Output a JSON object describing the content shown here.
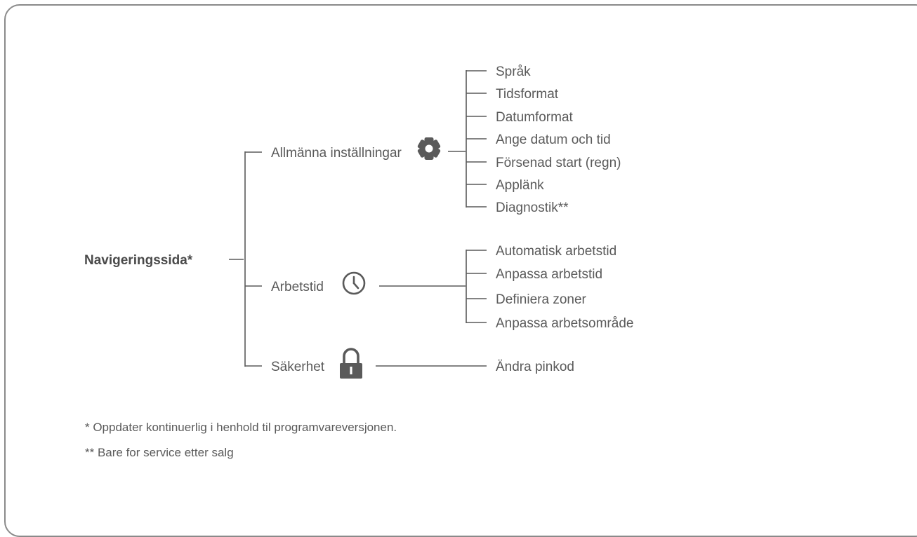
{
  "root": {
    "label": "Navigeringssida*"
  },
  "groups": [
    {
      "label": "Allmänna inställningar",
      "icon": "gear-icon",
      "items": [
        "Språk",
        "Tidsformat",
        "Datumformat",
        "Ange datum och tid",
        "Försenad start (regn)",
        "Applänk",
        "Diagnostik**"
      ]
    },
    {
      "label": "Arbetstid",
      "icon": "clock-icon",
      "items": [
        "Automatisk arbetstid",
        "Anpassa arbetstid",
        "Definiera zoner",
        "Anpassa arbetsområde"
      ]
    },
    {
      "label": "Säkerhet",
      "icon": "lock-icon",
      "items": [
        "Ändra pinkod"
      ]
    }
  ],
  "footnotes": [
    "* Oppdater kontinuerlig i henhold til programvareversjonen.",
    "** Bare for service etter salg"
  ],
  "colors": {
    "line": "#5a5a5a",
    "text": "#5a5a5a",
    "icon": "#5a5a5a",
    "frame": "#8a8a8a"
  }
}
